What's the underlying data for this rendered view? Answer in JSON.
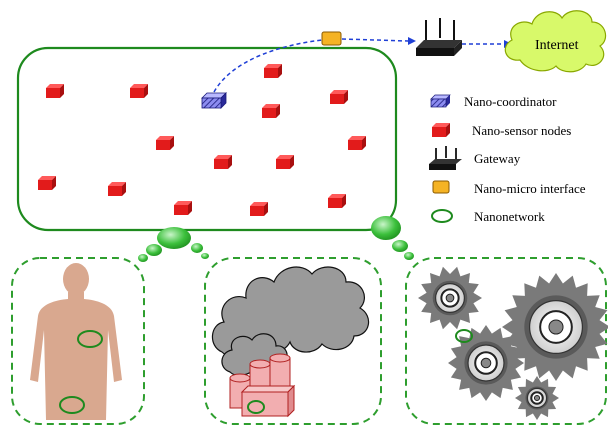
{
  "cloud": {
    "label": "Internet"
  },
  "legend": [
    {
      "icon": "nano-coordinator-icon",
      "label": "Nano-coordinator"
    },
    {
      "icon": "nano-sensor-node-icon",
      "label": "Nano-sensor nodes"
    },
    {
      "icon": "gateway-icon",
      "label": "Gateway"
    },
    {
      "icon": "nano-micro-interface-icon",
      "label": "Nano-micro interface"
    },
    {
      "icon": "nanonetwork-icon",
      "label": "Nanonetwork"
    }
  ],
  "scenarios": [
    {
      "name": "human-body"
    },
    {
      "name": "industrial-smoke"
    },
    {
      "name": "machinery-gears"
    }
  ],
  "colors": {
    "network_green": "#1e8a1e",
    "dashed_green": "#2e9e2e",
    "sensor_red": "#e21b1b",
    "coordinator_blue": "#4a4ad6",
    "interface_orange": "#f5b324",
    "cloud_fill": "#d8f96a",
    "link_blue": "#1f3fd6",
    "skin": "#d9a88f",
    "smoke_gray": "#9a9a9a",
    "gear_gray": "#7a7a7a"
  }
}
